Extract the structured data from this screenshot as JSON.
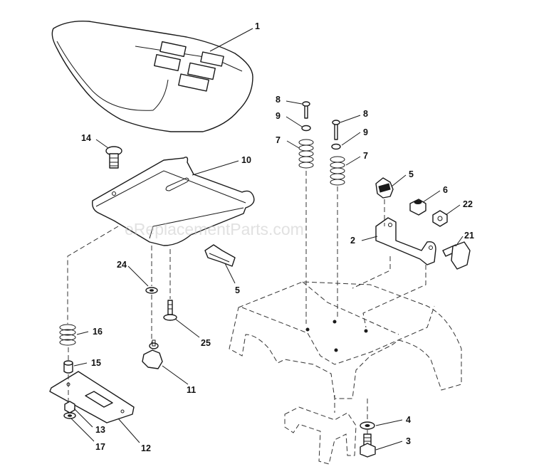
{
  "watermark": "eReplacementParts.com",
  "callouts": [
    "1",
    "10",
    "14",
    "8",
    "9",
    "7",
    "8",
    "9",
    "7",
    "5",
    "6",
    "22",
    "2",
    "21",
    "24",
    "5",
    "16",
    "25",
    "15",
    "11",
    "12",
    "13",
    "17",
    "4",
    "3"
  ]
}
